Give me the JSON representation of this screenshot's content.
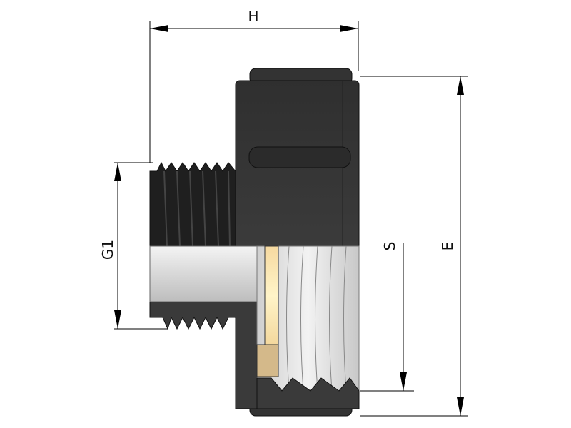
{
  "dimensions": {
    "H": "H",
    "G1": "G1",
    "S": "S",
    "E": "E"
  },
  "colors": {
    "body": "#3a3a3a",
    "thread_dark": "#1e1e1e",
    "bore_light": "#e6e6e6",
    "gasket": "#f8e6b0",
    "gasket_block": "#d4b98a"
  }
}
